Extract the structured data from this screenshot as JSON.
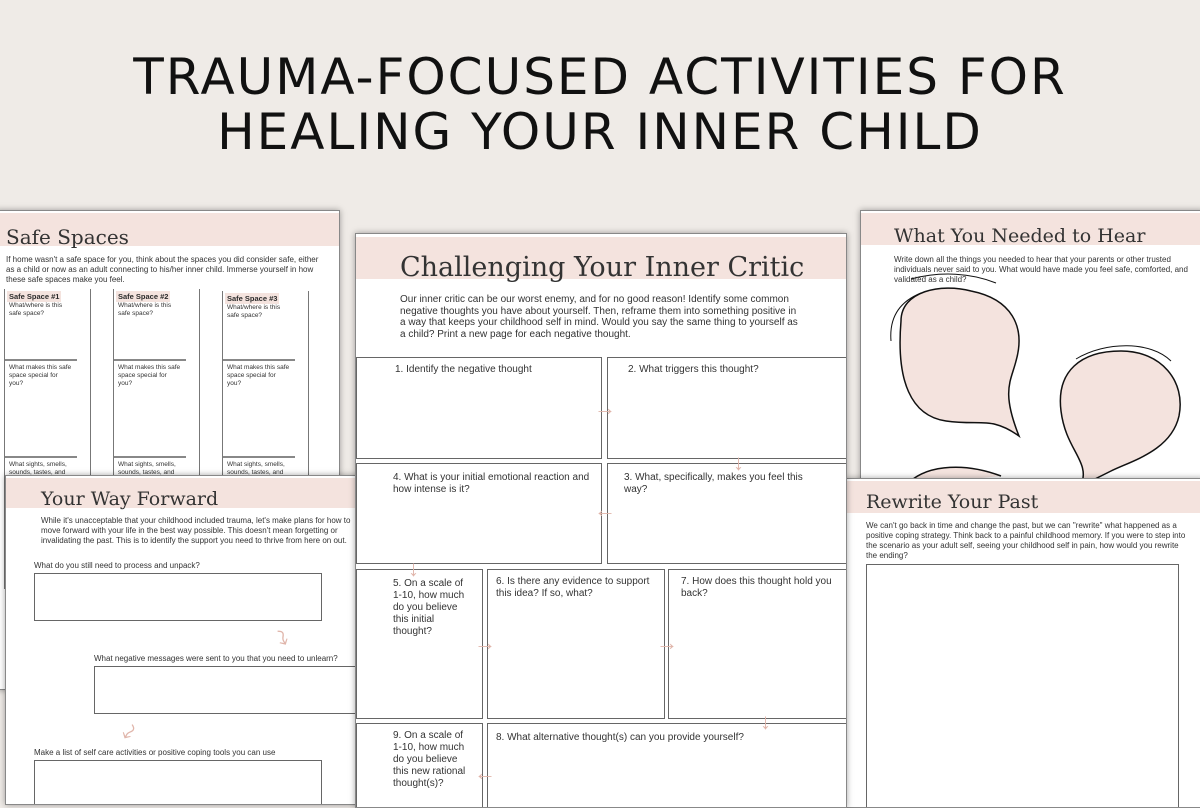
{
  "title": {
    "line1": "TRAUMA-FOCUSED ACTIVITIES FOR",
    "line2": "HEALING YOUR INNER CHILD"
  },
  "safe_spaces": {
    "heading": "Safe Spaces",
    "intro": "If home wasn't a safe space for you, think about the spaces you did consider safe, either as a child or now as an adult connecting to his/her inner child. Immerse yourself in how these safe spaces make you feel.",
    "columns": [
      {
        "label": "Safe Space #1"
      },
      {
        "label": "Safe Space #2"
      },
      {
        "label": "Safe Space #3"
      }
    ],
    "q1": "What/where is this safe space?",
    "q2": "What makes this safe space special for you?",
    "q3": "What sights, smells, sounds, tastes, and"
  },
  "way_forward": {
    "heading": "Your Way Forward",
    "intro": "While it's unacceptable that your childhood included trauma, let's make plans for how to move forward with your life in the best way possible. This doesn't mean forgetting or invalidating the past. This is to identify the support you need to thrive from here on out.",
    "q1": "What do you still need to process and unpack?",
    "q2": "What negative messages were sent to you that you need to unlearn?",
    "q3": "Make a list of self care activities or positive coping tools you can use"
  },
  "inner_critic": {
    "heading": "Challenging Your Inner Critic",
    "intro": "Our inner critic can be our worst enemy, and for no good reason! Identify some common negative thoughts you have about yourself. Then, reframe them into something positive in a way that keeps your childhood self in mind. Would you say the same thing to yourself as a child? Print a new page for each negative thought.",
    "steps": [
      "1.  Identify the negative thought",
      "2. What triggers this thought?",
      "3. What, specifically, makes you feel this way?",
      "4.  What is your initial emotional reaction and how intense is it?",
      "5. On a scale of 1-10, how much do you believe this initial thought?",
      "6.  Is there any evidence to support this idea? If so, what?",
      "7. How does this thought hold you back?",
      "8. What alternative thought(s) can you provide yourself?",
      "9.  On a scale of 1-10, how much do you believe this new rational thought(s)?"
    ]
  },
  "needed_to_hear": {
    "heading": "What You Needed to Hear",
    "intro": "Write down all the things you needed to hear that your parents or other trusted individuals never said to you. What would have made you feel safe, comforted, and validated as a child?"
  },
  "rewrite_past": {
    "heading": "Rewrite Your Past",
    "intro": "We can't go back in time and change the past, but we can \"rewrite\" what happened as a positive coping strategy. Think back to a painful childhood memory. If you were to step into the scenario as your adult self, seeing your childhood self in pain, how would you rewrite the ending?"
  },
  "colors": {
    "background": "#efebe7",
    "accent_pink": "#f4e3de",
    "arrow": "#e0b5aa"
  }
}
